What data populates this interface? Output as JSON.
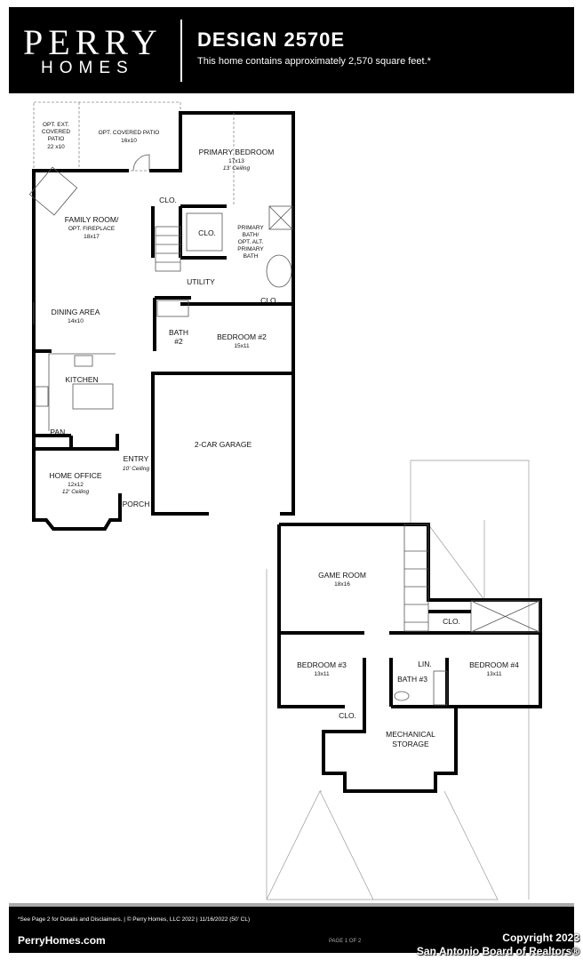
{
  "header": {
    "brand_line1": "PERRY",
    "brand_line2": "HOMES",
    "title": "DESIGN 2570E",
    "subtitle": "This home contains approximately 2,570 square feet.*"
  },
  "first_floor": {
    "ext_patio": {
      "name_lines": [
        "OPT. EXT.",
        "COVERED",
        "PATIO"
      ],
      "size": "22 x10"
    },
    "covered_patio": {
      "name": "OPT. COVERED PATIO",
      "size": "16x10"
    },
    "primary_bedroom": {
      "name": "PRIMARY BEDROOM",
      "size": "17x13",
      "note": "13' Ceiling"
    },
    "clo_top": "CLO.",
    "family_room": {
      "name": "FAMILY ROOM/",
      "sub": "OPT. FIREPLACE",
      "size": "18x17"
    },
    "primary_clo": "CLO.",
    "primary_bath": [
      "PRIMARY",
      "BATH/",
      "OPT. ALT.",
      "PRIMARY",
      "BATH"
    ],
    "utility": "UTILITY",
    "dining": {
      "name": "DINING AREA",
      "size": "14x10"
    },
    "bath2": [
      "BATH",
      "#2"
    ],
    "bedroom2_clo": "CLO.",
    "bedroom2": {
      "name": "BEDROOM #2",
      "size": "15x11"
    },
    "kitchen": "KITCHEN",
    "pantry": "PAN.",
    "garage": "2-CAR GARAGE",
    "entry": {
      "name": "ENTRY",
      "note": "10' Ceiling"
    },
    "office": {
      "name": "HOME OFFICE",
      "size": "12x12",
      "note": "12' Ceiling"
    },
    "porch": "PORCH"
  },
  "second_floor": {
    "game_room": {
      "name": "GAME ROOM",
      "size": "18x16"
    },
    "clo_upper": "CLO.",
    "bedroom3": {
      "name": "BEDROOM #3",
      "size": "13x11"
    },
    "linen": "LIN.",
    "bath3": "BATH #3",
    "bedroom4": {
      "name": "BEDROOM #4",
      "size": "13x11"
    },
    "bedroom3_clo": "CLO.",
    "mechanical": [
      "MECHANICAL",
      "STORAGE"
    ]
  },
  "footer": {
    "disclaimer": "*See Page 2 for Details and Disclaimers.  |  © Perry Homes, LLC 2022  |  11/16/2022  (50' CL)",
    "website": "PerryHomes.com",
    "page": "PAGE 1 OF 2"
  },
  "watermark": {
    "line1": "Copyright 2023",
    "line2": "San Antonio Board of Realtors®"
  }
}
